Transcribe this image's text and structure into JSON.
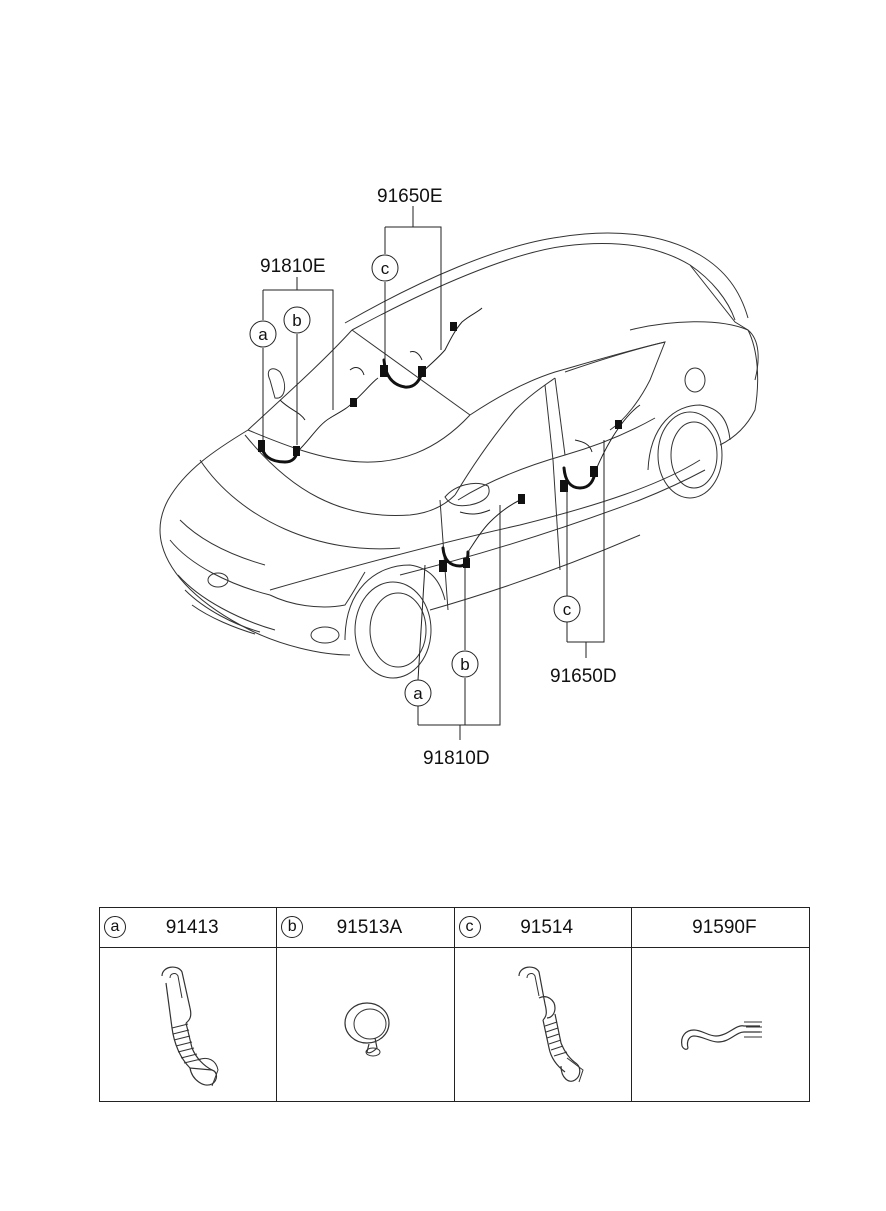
{
  "callouts": {
    "front_wiring": "91810E",
    "rear_wiring": "91650E",
    "front_door_wiring": "91810D",
    "rear_door_wiring": "91650D"
  },
  "markers": {
    "a": "a",
    "b": "b",
    "c": "c"
  },
  "parts_table": [
    {
      "tag": "a",
      "part_number": "91413",
      "icon": "grommet-boot-icon"
    },
    {
      "tag": "b",
      "part_number": "91513A",
      "icon": "round-grommet-icon"
    },
    {
      "tag": "c",
      "part_number": "91514",
      "icon": "grommet-boot-icon"
    },
    {
      "tag": "",
      "part_number": "91590F",
      "icon": "wire-strap-icon"
    }
  ]
}
